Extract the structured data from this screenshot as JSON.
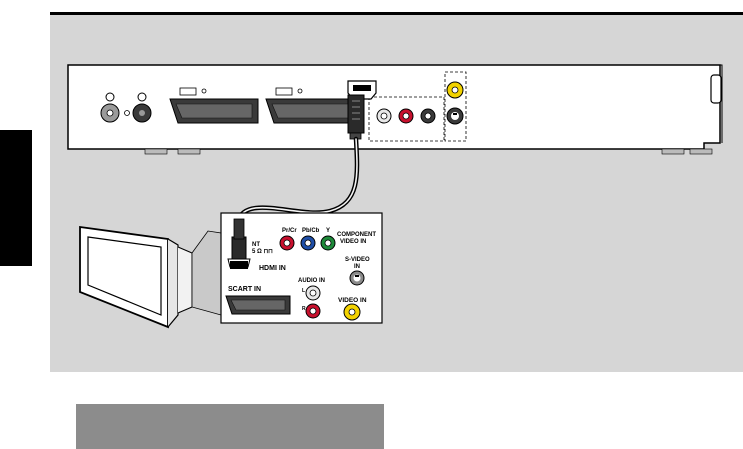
{
  "labels": {
    "pr_cr": "Pr/Cr",
    "pb_cb": "Pb/Cb",
    "y": "Y",
    "component_1": "COMPONENT",
    "component_2": "VIDEO IN",
    "hdmi_in": "HDMI IN",
    "svideo_1": "S-VIDEO",
    "svideo_2": "IN",
    "audio_in": "AUDIO IN",
    "audio_l": "L",
    "audio_r": "R",
    "scart_in": "SCART IN",
    "video_in": "VIDEO IN",
    "ant_1": "NT",
    "ant_2": "5 Ω ⊓⊓"
  },
  "colors": {
    "panel_bg": "#d6d6d6",
    "red_jack": "#c8102e",
    "blue_jack": "#1f4fa8",
    "green_jack": "#1e8a3a",
    "yellow_jack": "#f2d200"
  },
  "icons": [
    "antenna-icon",
    "hdmi-connector-icon",
    "scart-connector-icon",
    "rca-jack-icon",
    "svideo-jack-icon",
    "tv-icon"
  ]
}
